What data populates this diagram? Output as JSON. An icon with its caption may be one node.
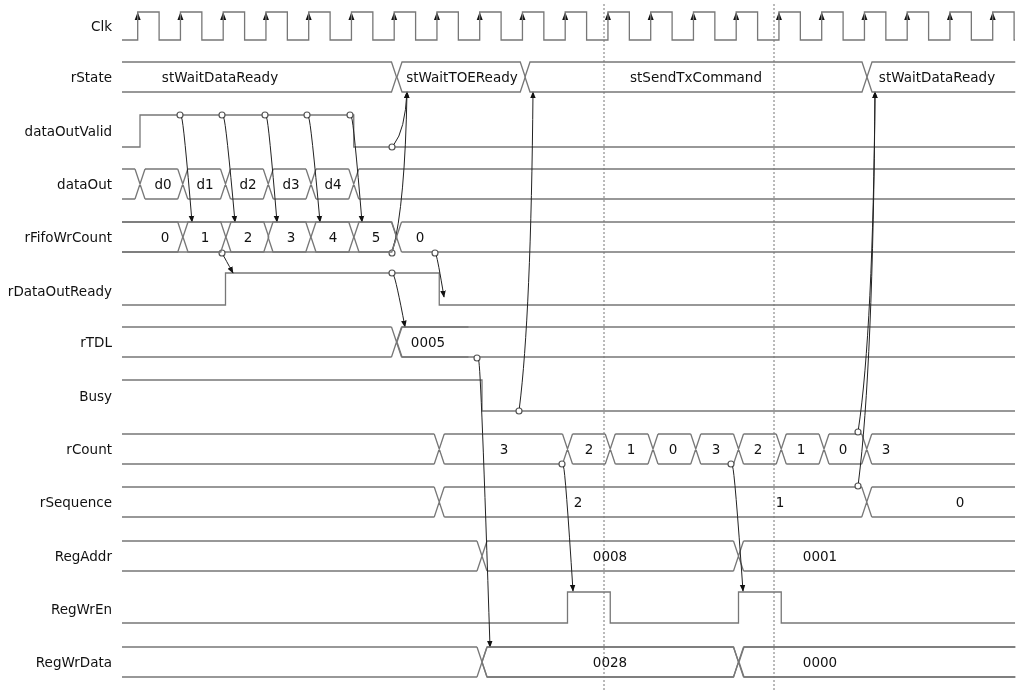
{
  "diagram": {
    "nodes": [
      {
        "text": [
          "stWaitDataReady"
        ]
      },
      {
        "text": [
          "stWaitTOEReady"
        ]
      },
      {
        "text": [
          "stSendTxCommand"
        ]
      },
      {
        "text": [
          "stWaitDataReady"
        ]
      },
      {
        "text": [],
        "shape": "circle"
      },
      {
        "text": [],
        "shape": "circle"
      },
      {
        "text": [],
        "shape": "circle"
      },
      {
        "text": [],
        "shape": "circle"
      },
      {
        "text": [],
        "shape": "circle"
      },
      {
        "text": [],
        "shape": "circle"
      },
      {
        "text": [
          "0"
        ]
      },
      {
        "text": [
          "1"
        ]
      },
      {
        "text": [
          "2"
        ]
      },
      {
        "text": [
          "3"
        ]
      },
      {
        "text": [
          "4"
        ]
      },
      {
        "text": [
          "5"
        ]
      },
      {
        "text": [],
        "shape": "circle"
      },
      {
        "text": [],
        "shape": "circle"
      },
      {
        "text": [],
        "shape": "circle"
      },
      {
        "text": [],
        "shape": "circle"
      },
      {
        "text": [
          "0005"
        ]
      },
      {
        "text": [],
        "shape": "circle"
      },
      {
        "text": [],
        "shape": "circle"
      },
      {
        "text": [],
        "shape": "circle"
      },
      {
        "text": [],
        "shape": "circle"
      },
      {
        "text": [],
        "shape": "circle"
      },
      {
        "text": [],
        "shape": "circle"
      },
      {
        "text": [
          "0028"
        ]
      },
      {
        "text": [
          "0000"
        ]
      }
    ],
    "edges": [
      {
        "from": 4,
        "to": 11,
        "arrow": "to"
      },
      {
        "from": 5,
        "to": 12,
        "arrow": "to"
      },
      {
        "from": 6,
        "to": 13,
        "arrow": "to"
      },
      {
        "from": 7,
        "to": 14,
        "arrow": "to"
      },
      {
        "from": 8,
        "to": 15,
        "arrow": "to"
      },
      {
        "from": 9,
        "to": 1,
        "arrow": "to"
      },
      {
        "from": 16,
        "to": null,
        "arrow": "to"
      },
      {
        "from": 17,
        "to": 1,
        "arrow": "to"
      },
      {
        "from": 18,
        "to": null,
        "arrow": "to"
      },
      {
        "from": 19,
        "to": 20,
        "arrow": "to"
      },
      {
        "from": 21,
        "to": 27,
        "arrow": "to"
      },
      {
        "from": 22,
        "to": 2,
        "arrow": "to"
      },
      {
        "from": 23,
        "to": 3,
        "arrow": "to"
      },
      {
        "from": 24,
        "to": null,
        "arrow": "to"
      },
      {
        "from": 25,
        "to": null,
        "arrow": "to"
      },
      {
        "from": 26,
        "to": 3,
        "arrow": "to"
      }
    ],
    "labels": [
      "Clk",
      "rState",
      "dataOutValid",
      "dataOut",
      "d0",
      "d1",
      "d2",
      "d3",
      "d4",
      "rFifoWrCount",
      "0",
      "rDataOutReady",
      "rTDL",
      "Busy",
      "rCount",
      "3",
      "2",
      "1",
      "0",
      "3",
      "2",
      "1",
      "0",
      "3",
      "rSequence",
      "2",
      "1",
      "0",
      "RegAddr",
      "0008",
      "0001",
      "RegWrEn",
      "RegWrData"
    ]
  }
}
